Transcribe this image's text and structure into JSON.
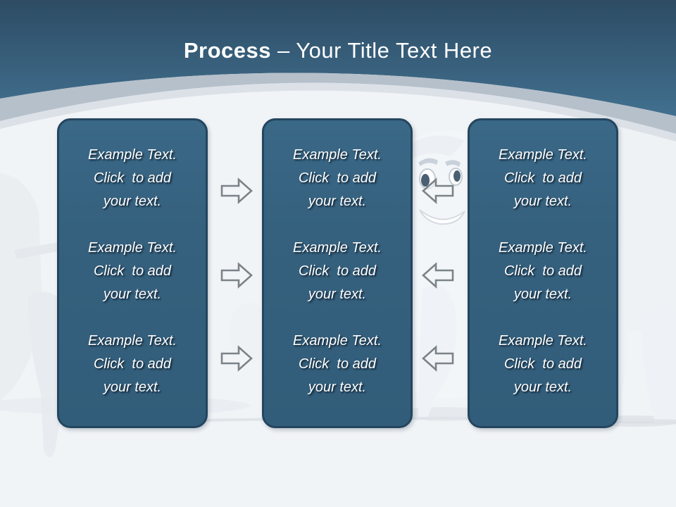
{
  "slide": {
    "title": {
      "bold": "Process",
      "rest": "– Your Title Text Here"
    }
  },
  "columns": [
    {
      "name": "left",
      "blocks": [
        {
          "text": "Example Text.\nClick  to add\nyour text."
        },
        {
          "text": "Example Text.\nClick  to add\nyour text."
        },
        {
          "text": "Example Text.\nClick  to add\nyour text."
        }
      ]
    },
    {
      "name": "middle",
      "blocks": [
        {
          "text": "Example Text.\nClick  to add\nyour text."
        },
        {
          "text": "Example Text.\nClick  to add\nyour text."
        },
        {
          "text": "Example Text.\nClick  to add\nyour text."
        }
      ]
    },
    {
      "name": "right",
      "blocks": [
        {
          "text": "Example Text.\nClick  to add\nyour text."
        },
        {
          "text": "Example Text.\nClick  to add\nyour text."
        },
        {
          "text": "Example Text.\nClick  to add\nyour text."
        }
      ]
    }
  ],
  "arrows": [
    {
      "name": "arrow-right-icon-1",
      "direction": "right"
    },
    {
      "name": "arrow-right-icon-2",
      "direction": "right"
    },
    {
      "name": "arrow-right-icon-3",
      "direction": "right"
    },
    {
      "name": "arrow-left-icon-1",
      "direction": "left"
    },
    {
      "name": "arrow-left-icon-2",
      "direction": "left"
    },
    {
      "name": "arrow-left-icon-3",
      "direction": "left"
    }
  ],
  "background": {
    "art": [
      "tooth-character-left",
      "tooth-character-middle",
      "tooth-character-right"
    ]
  },
  "colors": {
    "header_top": "#2d4c64",
    "header_bottom": "#41708f",
    "curve_band_gray": "#b6c0ca",
    "curve_band_light": "#dce1e8",
    "background": "#f1f4f7",
    "box_fill": "#35617e",
    "box_border": "#24455e",
    "box_text": "#ffffff",
    "arrow_stroke": "#7b8389",
    "arrow_fill": "#f2f5f8",
    "title_text": "#ffffff"
  }
}
